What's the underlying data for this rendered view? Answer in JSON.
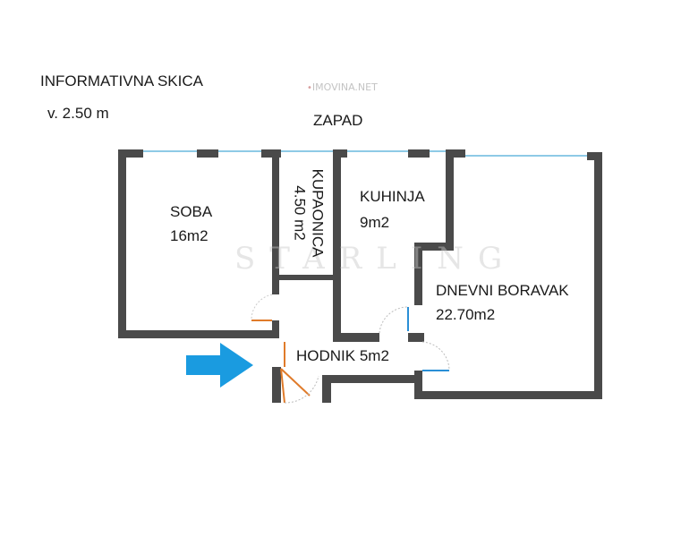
{
  "header": {
    "title": "INFORMATIVNA SKICA",
    "ceiling_height": "v. 2.50 m",
    "orientation": "ZAPAD"
  },
  "watermarks": {
    "site": "IMOVINA.NET",
    "brand": "STARLING"
  },
  "rooms": {
    "soba": {
      "name": "SOBA",
      "area": "16m2"
    },
    "kupaonica": {
      "name": "KUPAONICA",
      "area": "4.50 m2"
    },
    "kuhinja": {
      "name": "KUHINJA",
      "area": "9m2"
    },
    "dnevni_boravak": {
      "name": "DNEVNI BORAVAK",
      "area": "22.70m2"
    },
    "hodnik": {
      "name": "HODNIK 5m2"
    }
  },
  "colors": {
    "wall": "#4a4a4a",
    "window": "#8ecae6",
    "door": "#e07b2a",
    "door_blue": "#2a8fd6",
    "entrance_arrow": "#1a9be0"
  },
  "icons": {
    "entrance": "right-arrow-icon",
    "site_logo": "location-pin-icon"
  }
}
